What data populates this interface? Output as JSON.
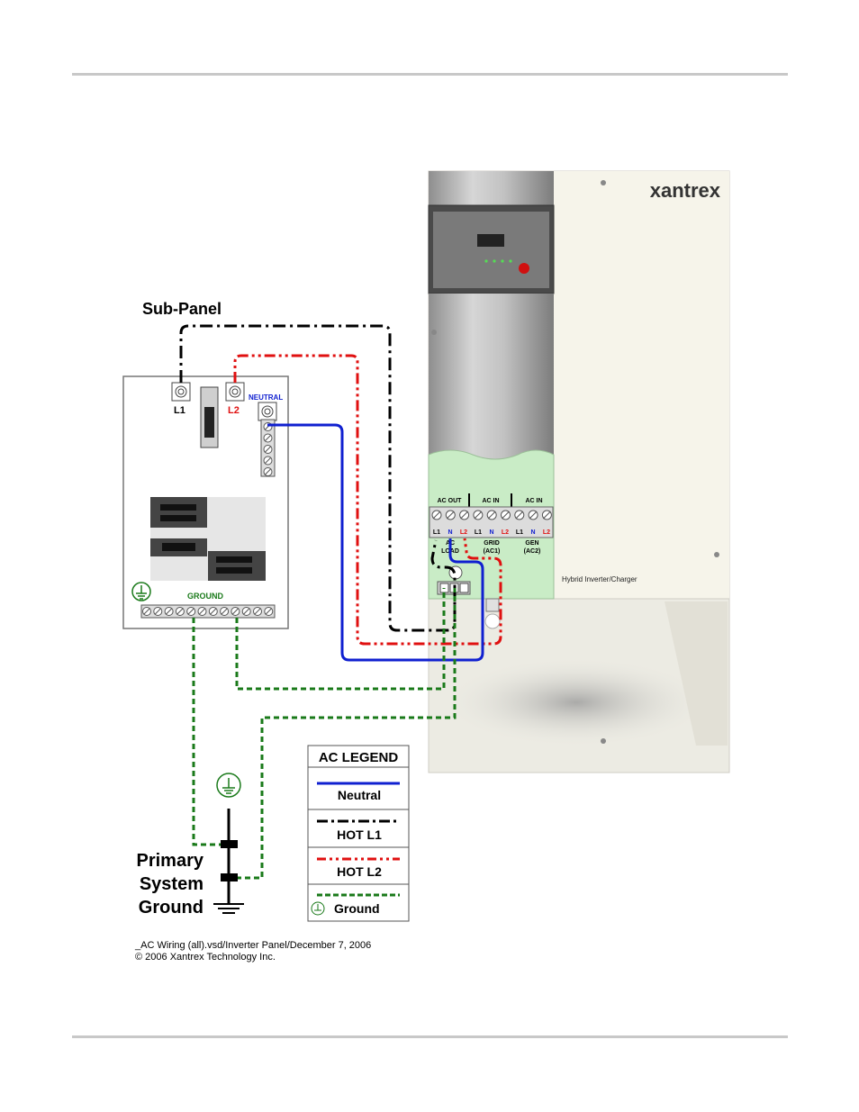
{
  "diagram": {
    "brand": "xantrex",
    "product_label": "Hybrid Inverter/Charger",
    "subpanel": {
      "title": "Sub-Panel",
      "l1_label": "L1",
      "l2_label": "L2",
      "neutral_label": "NEUTRAL",
      "ground_label": "GROUND"
    },
    "terminals": {
      "ac_out": "AC OUT",
      "ac_in_1": "AC IN",
      "ac_in_2": "AC IN",
      "pins": [
        "L1",
        "N",
        "L2",
        "L1",
        "N",
        "L2",
        "L1",
        "N",
        "L2"
      ],
      "ac_load": [
        "AC",
        "LOAD"
      ],
      "grid": [
        "GRID",
        "(AC1)"
      ],
      "gen": [
        "GEN",
        "(AC2)"
      ]
    },
    "ground_rod": {
      "line1": "Primary",
      "line2": "System",
      "line3": "Ground"
    },
    "legend": {
      "title": "AC LEGEND",
      "items": [
        "Neutral",
        "HOT L1",
        "HOT L2",
        "Ground"
      ]
    },
    "colors": {
      "neutral": "#1020d0",
      "hot_l1": "#000000",
      "hot_l2": "#e01010",
      "ground": "#1a7a1a"
    }
  },
  "caption": {
    "line1": "_AC Wiring (all).vsd/Inverter Panel/December 7, 2006",
    "line2": "© 2006 Xantrex Technology Inc."
  }
}
